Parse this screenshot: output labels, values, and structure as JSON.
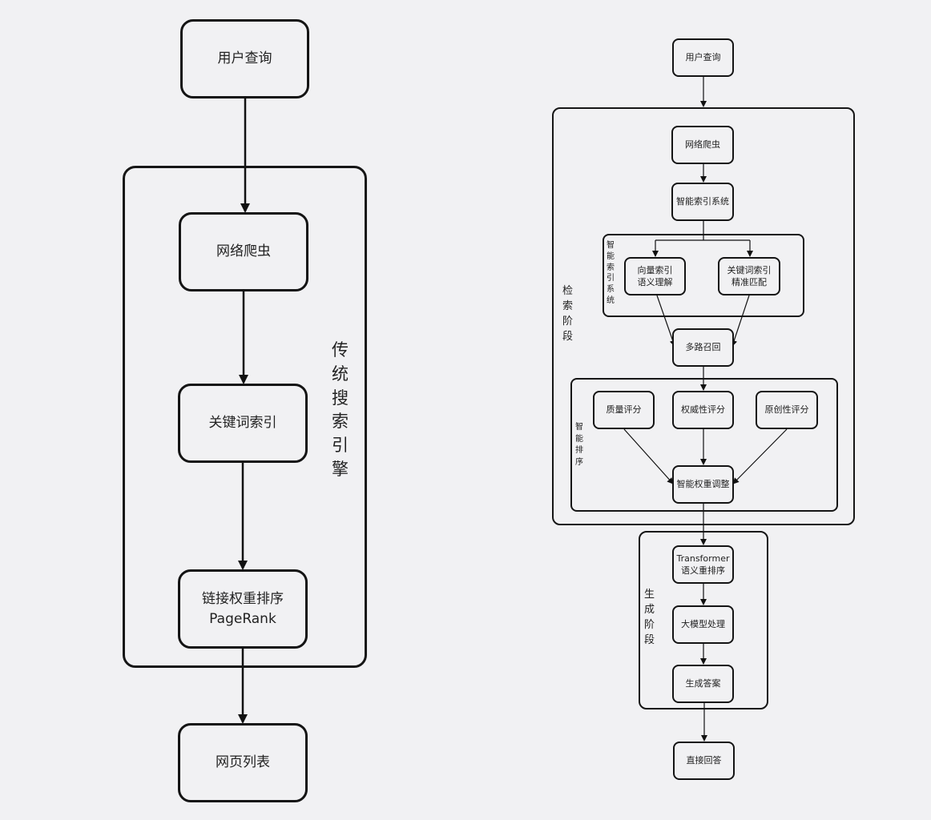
{
  "left": {
    "nodes": {
      "query": "用户查询",
      "crawler": "网络爬虫",
      "keyword_index": "关键词索引",
      "ranking_line1": "链接权重排序",
      "ranking_line2": "PageRank",
      "results": "网页列表"
    },
    "group_label": [
      "传",
      "统",
      "搜",
      "索",
      "引",
      "擎"
    ]
  },
  "right": {
    "nodes": {
      "query": "用户查询",
      "crawler": "网络爬虫",
      "smart_index": "智能索引系统",
      "vector_line1": "向量索引",
      "vector_line2": "语义理解",
      "kw_line1": "关键词索引",
      "kw_line2": "精准匹配",
      "recall": "多路召回",
      "quality": "质量评分",
      "authority": "权威性评分",
      "originality": "原创性评分",
      "weight_adjust": "智能权重调整",
      "transformer_line1": "Transformer",
      "transformer_line2": "语义重排序",
      "llm": "大模型处理",
      "generate": "生成答案",
      "answer": "直接回答"
    },
    "group_labels": {
      "retrieval": [
        "检",
        "索",
        "阶",
        "段"
      ],
      "index_system": [
        "智",
        "能",
        "索",
        "引",
        "系",
        "统"
      ],
      "smart_ranking": [
        "智",
        "能",
        "排",
        "序"
      ],
      "generation": [
        "生",
        "成",
        "阶",
        "段"
      ]
    }
  }
}
